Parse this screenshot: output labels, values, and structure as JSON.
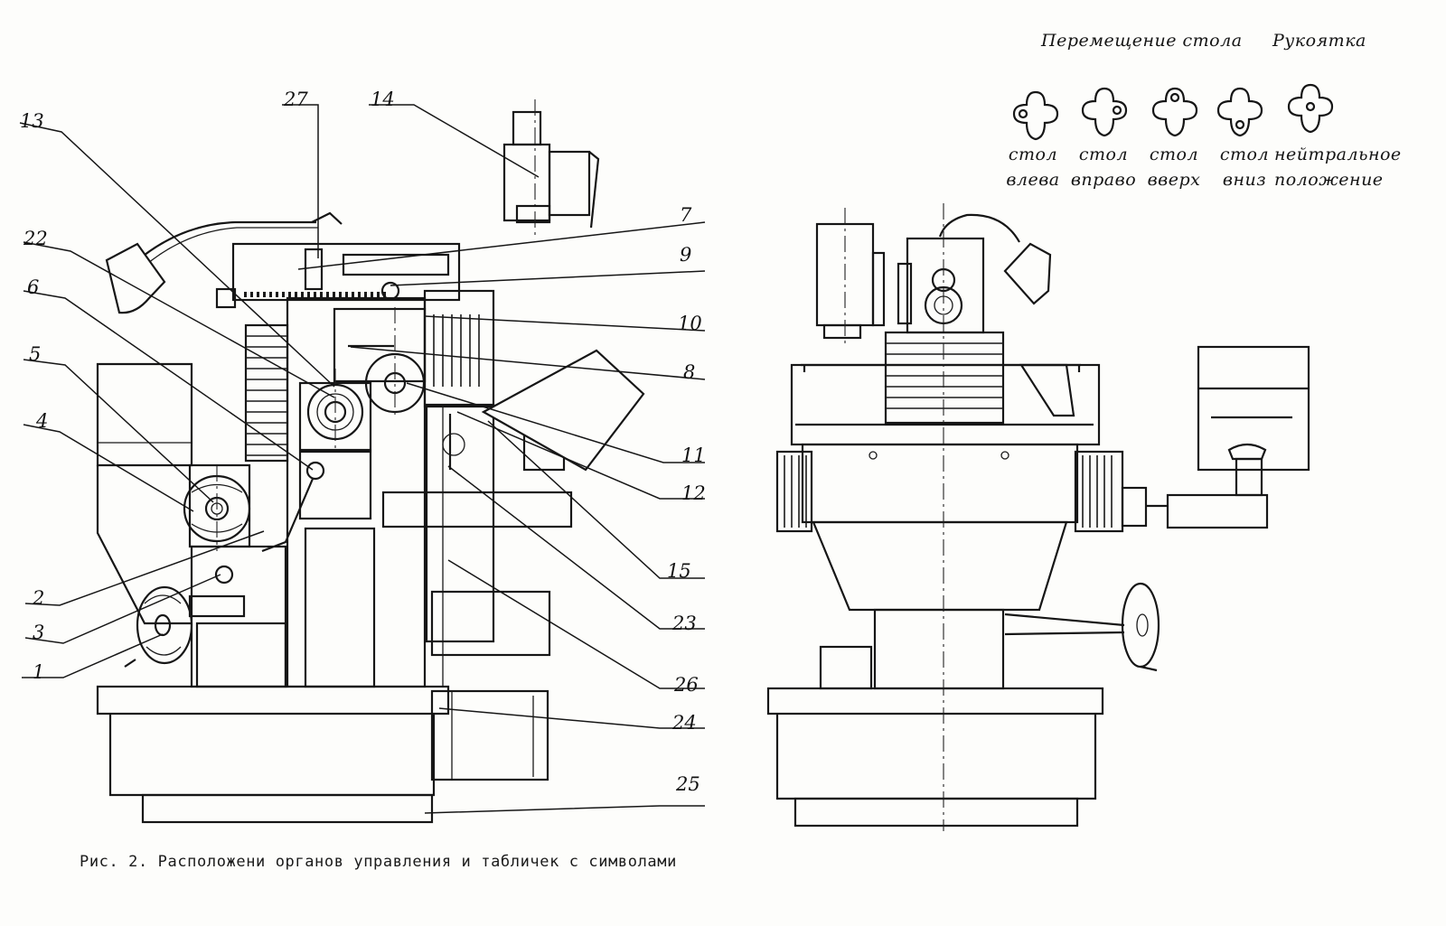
{
  "caption": "Рис. 2. Расположени органов управления и табличек с символами",
  "legend": {
    "header_movement": "Перемещение стола",
    "header_handle": "Рукоятка",
    "symbols": [
      {
        "line1": "стол",
        "line2": "влева"
      },
      {
        "line1": "стол",
        "line2": "вправо"
      },
      {
        "line1": "стол",
        "line2": "вверх"
      },
      {
        "line1": "стол",
        "line2": "вниз"
      },
      {
        "line1": "нейтральное",
        "line2": "положение"
      }
    ]
  },
  "callouts": [
    "13",
    "27",
    "14",
    "22",
    "6",
    "5",
    "4",
    "2",
    "3",
    "1",
    "7",
    "9",
    "10",
    "8",
    "11",
    "12",
    "15",
    "23",
    "26",
    "24",
    "25"
  ]
}
